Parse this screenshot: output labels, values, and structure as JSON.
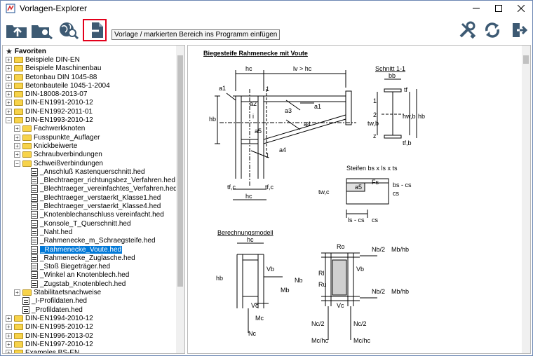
{
  "window": {
    "title": "Vorlagen-Explorer"
  },
  "toolbar": {
    "tooltip": "Vorlage / markierten Bereich ins Programm einfügen"
  },
  "tree": {
    "items": [
      {
        "label": "Favoriten",
        "level": 0,
        "kind": "star",
        "bold": true
      },
      {
        "label": "Beispiele DIN-EN",
        "level": 0,
        "kind": "folder",
        "exp": "+"
      },
      {
        "label": "Beispiele Maschinenbau",
        "level": 0,
        "kind": "folder",
        "exp": "+"
      },
      {
        "label": "Betonbau DIN 1045-88",
        "level": 0,
        "kind": "folder",
        "exp": "+"
      },
      {
        "label": "Betonbauteile 1045-1-2004",
        "level": 0,
        "kind": "folder",
        "exp": "+"
      },
      {
        "label": "DIN-18008-2013-07",
        "level": 0,
        "kind": "folder",
        "exp": "+"
      },
      {
        "label": "DIN-EN1991-2010-12",
        "level": 0,
        "kind": "folder",
        "exp": "+"
      },
      {
        "label": "DIN-EN1992-2011-01",
        "level": 0,
        "kind": "folder",
        "exp": "+"
      },
      {
        "label": "DIN-EN1993-2010-12",
        "level": 0,
        "kind": "folder",
        "exp": "−"
      },
      {
        "label": "Fachwerkknoten",
        "level": 1,
        "kind": "folder",
        "exp": "+"
      },
      {
        "label": "Fusspunkte_Auflager",
        "level": 1,
        "kind": "folder",
        "exp": "+"
      },
      {
        "label": "Knickbeiwerte",
        "level": 1,
        "kind": "folder",
        "exp": "+"
      },
      {
        "label": "Schraubverbindungen",
        "level": 1,
        "kind": "folder",
        "exp": "+"
      },
      {
        "label": "Schweißverbindungen",
        "level": 1,
        "kind": "folder",
        "exp": "−"
      },
      {
        "label": "_Anschluß Kastenquerschnitt.hed",
        "level": 2,
        "kind": "file"
      },
      {
        "label": "_Blechtraeger_richtungsbez_Verfahren.hed",
        "level": 2,
        "kind": "file"
      },
      {
        "label": "_Blechtraeger_vereinfachtes_Verfahren.hed",
        "level": 2,
        "kind": "file"
      },
      {
        "label": "_Blechtraeger_verstaerkt_Klasse1.hed",
        "level": 2,
        "kind": "file"
      },
      {
        "label": "_Blechtraeger_verstaerkt_Klasse4.hed",
        "level": 2,
        "kind": "file"
      },
      {
        "label": "_Knotenblechanschluss vereinfacht.hed",
        "level": 2,
        "kind": "file"
      },
      {
        "label": "_Konsole_T_Querschnitt.hed",
        "level": 2,
        "kind": "file"
      },
      {
        "label": "_Naht.hed",
        "level": 2,
        "kind": "file"
      },
      {
        "label": "_Rahmenecke_m_Schraegsteife.hed",
        "level": 2,
        "kind": "file"
      },
      {
        "label": "_Rahmenecke_Voute.hed",
        "level": 2,
        "kind": "file",
        "selected": true
      },
      {
        "label": "_Rahmenecke_Zuglasche.hed",
        "level": 2,
        "kind": "file"
      },
      {
        "label": "_Stoß Biegeträger.hed",
        "level": 2,
        "kind": "file"
      },
      {
        "label": "_Winkel an Knotenblech.hed",
        "level": 2,
        "kind": "file"
      },
      {
        "label": "_Zugstab_Knotenblech.hed",
        "level": 2,
        "kind": "file"
      },
      {
        "label": "Stabilitaetsnachweise",
        "level": 1,
        "kind": "folder",
        "exp": "+"
      },
      {
        "label": "_I-Profildaten.hed",
        "level": 1,
        "kind": "file"
      },
      {
        "label": "_Profildaten.hed",
        "level": 1,
        "kind": "file"
      },
      {
        "label": "DIN-EN1994-2010-12",
        "level": 0,
        "kind": "folder",
        "exp": "+"
      },
      {
        "label": "DIN-EN1995-2010-12",
        "level": 0,
        "kind": "folder",
        "exp": "+"
      },
      {
        "label": "DIN-EN1996-2013-02",
        "level": 0,
        "kind": "folder",
        "exp": "+"
      },
      {
        "label": "DIN-EN1997-2010-12",
        "level": 0,
        "kind": "folder",
        "exp": "+"
      },
      {
        "label": "Examples BS-EN",
        "level": 0,
        "kind": "folder",
        "exp": "+"
      }
    ]
  },
  "drawing": {
    "title": "Biegesteife Rahmenecke mit Voute",
    "section_label": "Schnitt 1-1",
    "stiffener_label": "Steifen b",
    "stiffener_label_full": "Steifen bs x ls x ts",
    "model_label": "Berechnungsmodell",
    "labels": {
      "hc": "hc",
      "lv": "lv > hc",
      "a1": "a1",
      "a2": "a2",
      "a3": "a3",
      "a4": "a4",
      "a5": "a5",
      "hb": "hb",
      "tfc": "tf,c",
      "tfc2": "tf,c",
      "bb": "bb",
      "tf": "tf",
      "twb": "tw,b",
      "hw": "hw,b",
      "h": "hb",
      "tfb": "tf,b",
      "one": "1",
      "two": "2",
      "z": "z",
      "i": "i",
      "Fs": "Fs",
      "twc": "tw,c",
      "bs_cs": "bs - cs",
      "cs": "cs",
      "ls_cs": "ls - cs",
      "Vb": "Vb",
      "Nb": "Nb",
      "Mb": "Mb",
      "Vc": "Vc",
      "Mc": "Mc",
      "Nc": "Nc",
      "Ro": "Ro",
      "Ru": "Ru",
      "Rl": "Rl",
      "Nb2": "Nb/2",
      "Mbhb": "Mb/hb",
      "Nc2": "Nc/2",
      "Mchc": "Mc/hc"
    }
  }
}
